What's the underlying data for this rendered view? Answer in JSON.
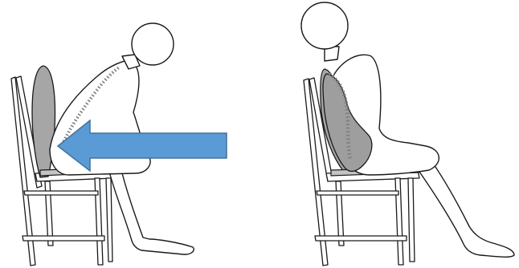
{
  "figure": {
    "panels": [
      {
        "id": "left",
        "posture": "slouched",
        "has_arrow": true
      },
      {
        "id": "right",
        "posture": "supported",
        "has_arrow": false
      }
    ],
    "colors": {
      "outline": "#1a1a1a",
      "figure_fill": "#ffffff",
      "backrest_fill": "#a6a6a6",
      "cushion_fill": "#9e9e9e",
      "seat_fill": "#c4c4c4",
      "spine": "#7f7f7f",
      "arrow_fill": "#5b9bd5",
      "arrow_stroke": "#41719c"
    }
  }
}
